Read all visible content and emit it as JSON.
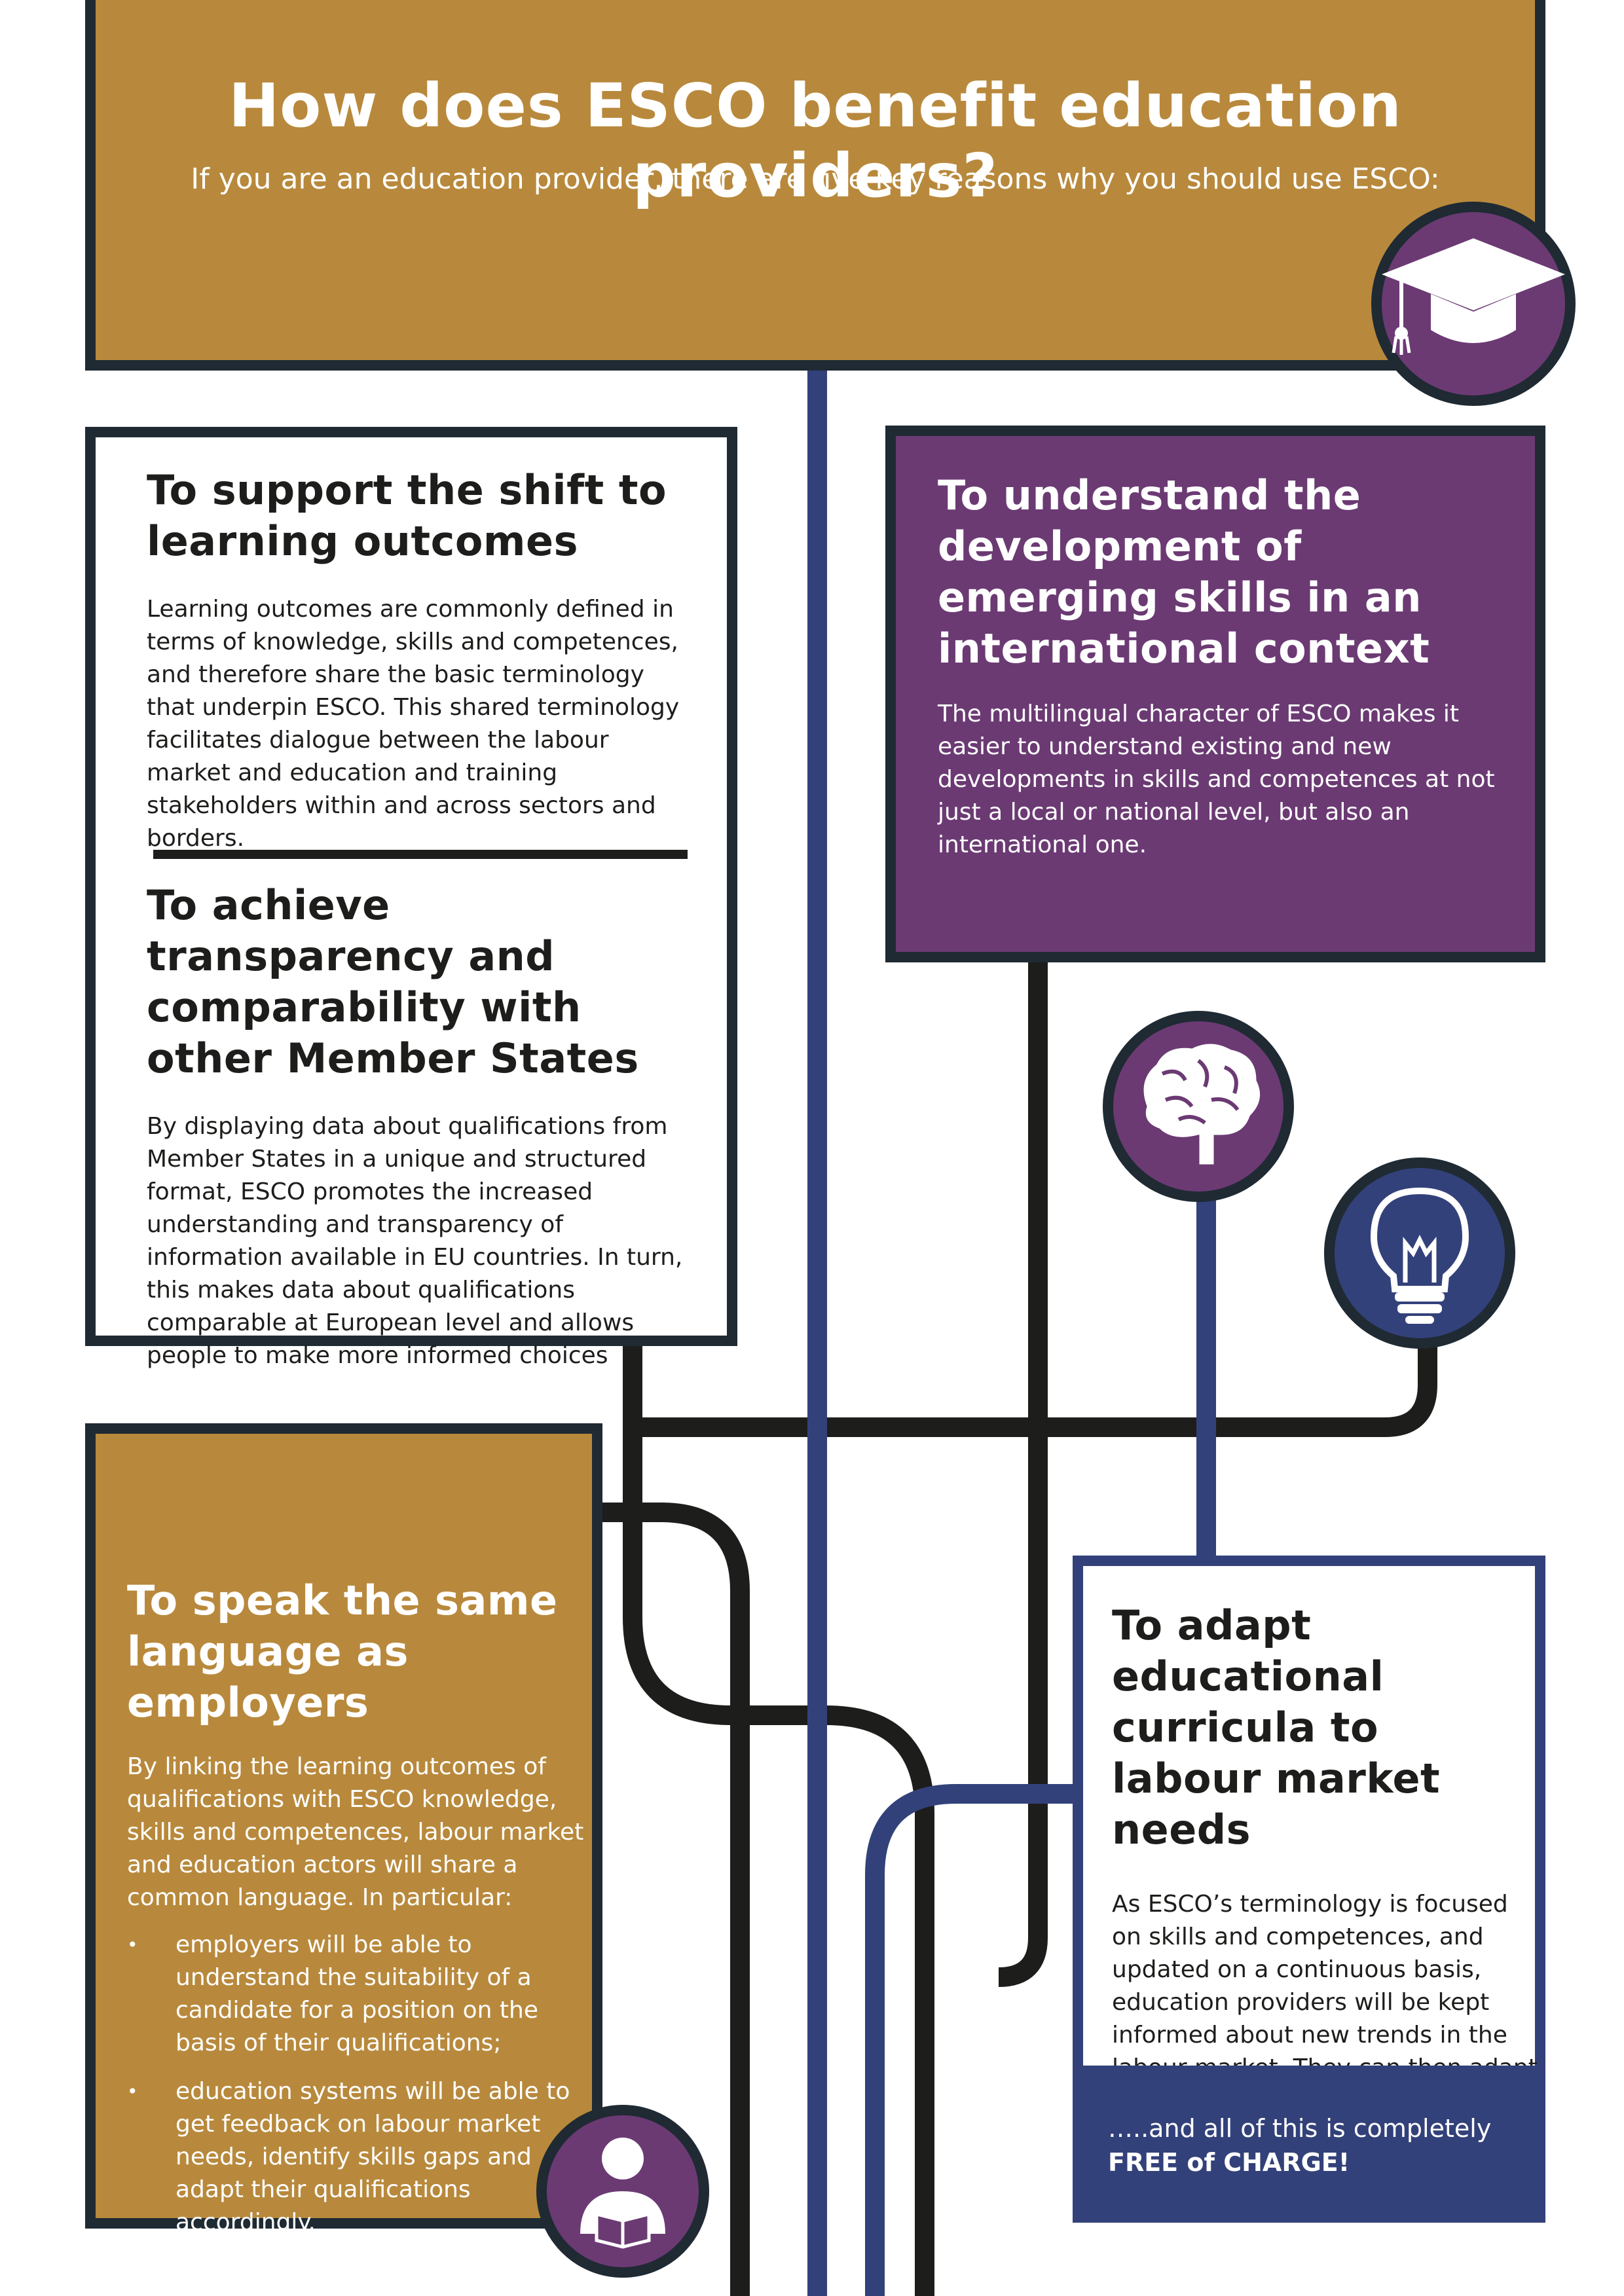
{
  "header": {
    "title": "How does ESCO benefit education providers?",
    "subtitle": "If you are an education provider, there are five key reasons why you should use ESCO:"
  },
  "sections": {
    "learning_outcomes": {
      "title": "To support the shift to learning outcomes",
      "body": "Learning outcomes are commonly defined in terms of knowledge, skills and competences, and therefore share the basic terminology that underpin ESCO. This shared terminology facilitates dialogue between the labour market and education and training stakeholders within and across sectors and borders."
    },
    "transparency": {
      "title": "To achieve transparency and comparability with other Member States",
      "body": "By displaying data about qualifications from Member States in a unique and structured format, ESCO promotes the increased understanding and transparency of information available in EU countries. In turn, this makes data about qualifications comparable at European level and allows people to make more informed choices"
    },
    "international": {
      "title": "To understand the development of emerging skills in an international context",
      "body": "The multilingual character of ESCO makes it easier to understand existing and new developments in skills and competences at not just a local or national level, but also an international one."
    },
    "employers": {
      "title": "To speak the same language as employers",
      "body": "By linking the learning outcomes of qualifications with ESCO knowledge, skills and competences, labour market and education actors will share a common language. In particular:",
      "bullets": [
        "employers will be able to understand the suitability of a candidate for a position on the basis of their qualifications;",
        "education systems will be able to get feedback on labour market needs, identify skills gaps and adapt their qualifications accordingly."
      ]
    },
    "curricula": {
      "title": "To adapt educational curricula to labour market needs",
      "body": "As ESCO’s terminology is focused on skills and competences, and updated on a continuous basis, education providers will be kept informed about new trends in the labour market. They can then adapt their educational offer and tailor their training to meet employment needs."
    }
  },
  "footer": {
    "text_before": "…..and all of this is completely ",
    "text_bold": "FREE of CHARGE!"
  },
  "colors": {
    "gold": "#b8893c",
    "purple": "#6b3a73",
    "navy": "#33417a",
    "dark": "#1d1d1b"
  },
  "icons": [
    "graduation-cap-icon",
    "brain-icon",
    "lightbulb-icon",
    "reader-icon"
  ]
}
